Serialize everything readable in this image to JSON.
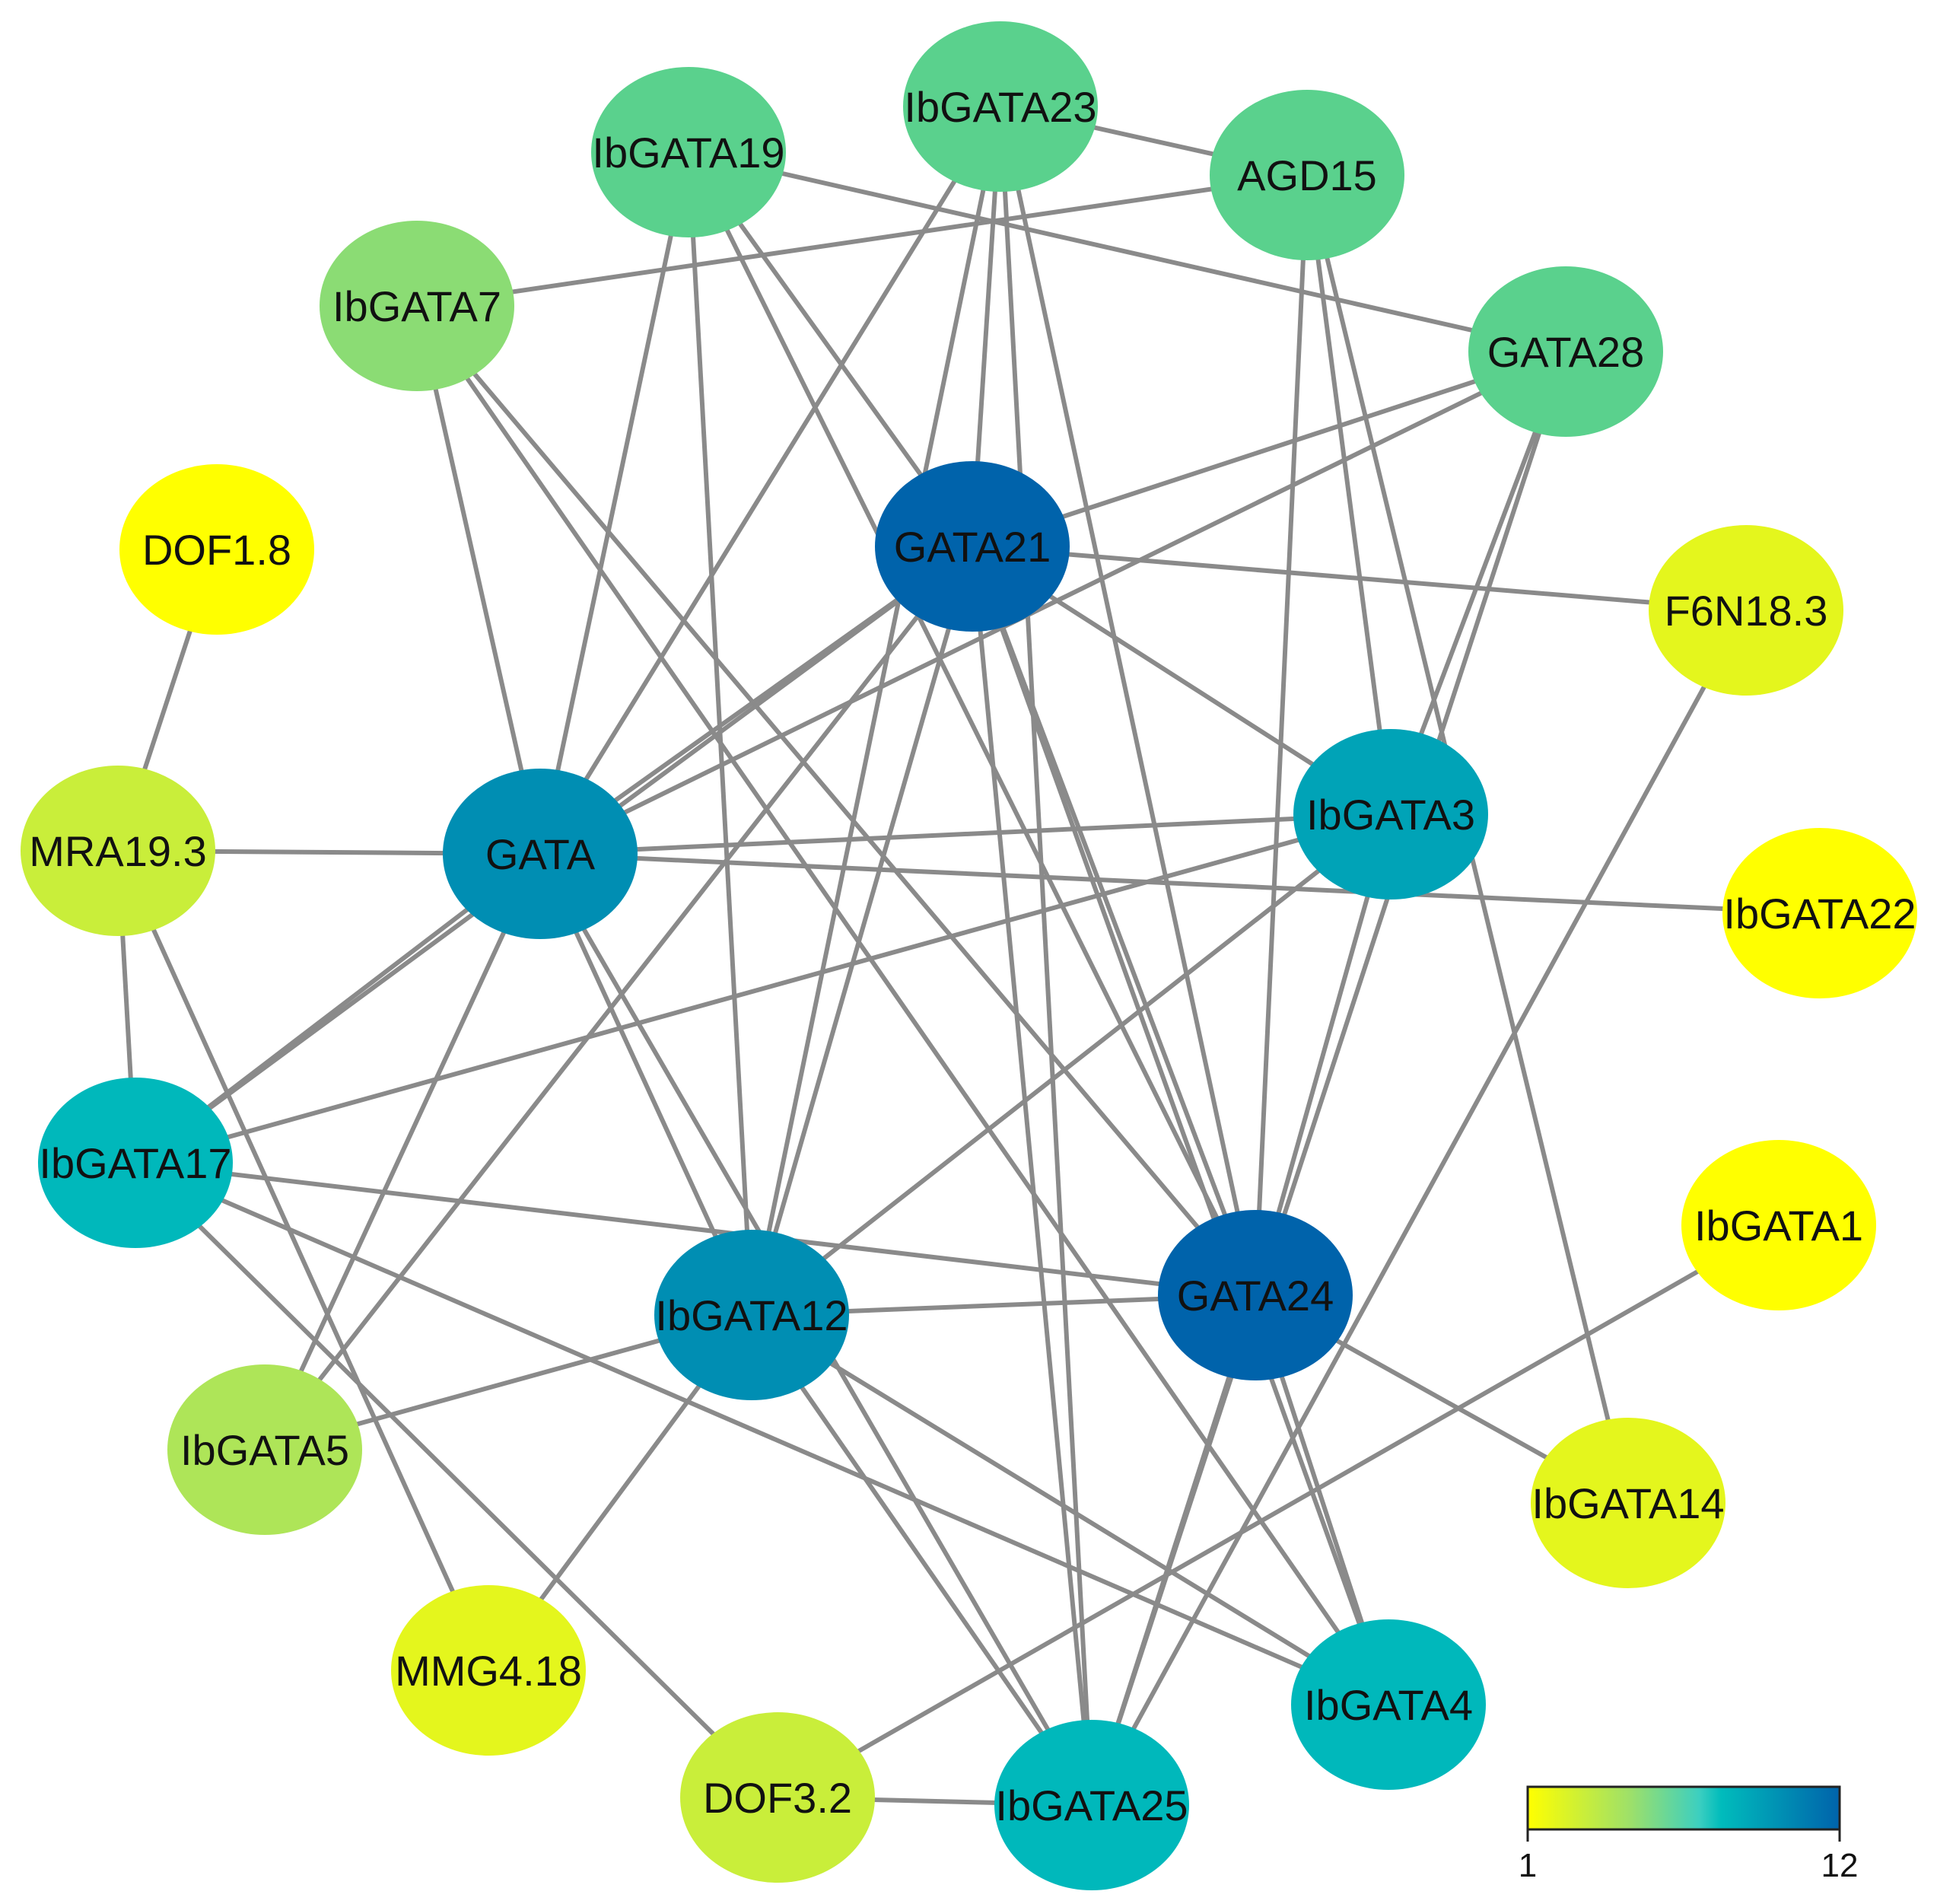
{
  "nodes": [
    {
      "id": "IbGATA23",
      "label": "IbGATA23",
      "degree": 6
    },
    {
      "id": "IbGATA19",
      "label": "IbGATA19",
      "degree": 6
    },
    {
      "id": "AGD15",
      "label": "AGD15",
      "degree": 6
    },
    {
      "id": "IbGATA7",
      "label": "IbGATA7",
      "degree": 5
    },
    {
      "id": "GATA28",
      "label": "GATA28",
      "degree": 6
    },
    {
      "id": "DOF1.8",
      "label": "DOF1.8",
      "degree": 1
    },
    {
      "id": "GATA21",
      "label": "GATA21",
      "degree": 12
    },
    {
      "id": "F6N18.3",
      "label": "F6N18.3",
      "degree": 2
    },
    {
      "id": "IbGATA3",
      "label": "IbGATA3",
      "degree": 9
    },
    {
      "id": "MRA19.3",
      "label": "MRA19.3",
      "degree": 3
    },
    {
      "id": "GATA",
      "label": "GATA",
      "degree": 10
    },
    {
      "id": "IbGATA22",
      "label": "IbGATA22",
      "degree": 1
    },
    {
      "id": "IbGATA17",
      "label": "IbGATA17",
      "degree": 8
    },
    {
      "id": "IbGATA1",
      "label": "IbGATA1",
      "degree": 1
    },
    {
      "id": "GATA24",
      "label": "GATA24",
      "degree": 12
    },
    {
      "id": "IbGATA12",
      "label": "IbGATA12",
      "degree": 10
    },
    {
      "id": "IbGATA5",
      "label": "IbGATA5",
      "degree": 4
    },
    {
      "id": "IbGATA14",
      "label": "IbGATA14",
      "degree": 2
    },
    {
      "id": "MMG4.18",
      "label": "MMG4.18",
      "degree": 2
    },
    {
      "id": "IbGATA4",
      "label": "IbGATA4",
      "degree": 8
    },
    {
      "id": "DOF3.2",
      "label": "DOF3.2",
      "degree": 3
    },
    {
      "id": "IbGATA25",
      "label": "IbGATA25",
      "degree": 8
    }
  ],
  "edges": [
    [
      "IbGATA23",
      "AGD15"
    ],
    [
      "IbGATA23",
      "GATA21"
    ],
    [
      "IbGATA23",
      "GATA"
    ],
    [
      "IbGATA23",
      "IbGATA12"
    ],
    [
      "IbGATA23",
      "GATA24"
    ],
    [
      "IbGATA23",
      "IbGATA25"
    ],
    [
      "IbGATA19",
      "GATA28"
    ],
    [
      "IbGATA19",
      "GATA21"
    ],
    [
      "IbGATA19",
      "GATA"
    ],
    [
      "IbGATA19",
      "IbGATA12"
    ],
    [
      "IbGATA19",
      "GATA24"
    ],
    [
      "AGD15",
      "IbGATA7"
    ],
    [
      "AGD15",
      "IbGATA3"
    ],
    [
      "AGD15",
      "GATA24"
    ],
    [
      "AGD15",
      "IbGATA14"
    ],
    [
      "IbGATA7",
      "GATA"
    ],
    [
      "IbGATA7",
      "GATA24"
    ],
    [
      "IbGATA7",
      "IbGATA4"
    ],
    [
      "GATA28",
      "GATA21"
    ],
    [
      "GATA28",
      "GATA"
    ],
    [
      "GATA28",
      "IbGATA3"
    ],
    [
      "GATA28",
      "IbGATA25"
    ],
    [
      "DOF1.8",
      "MRA19.3"
    ],
    [
      "GATA21",
      "F6N18.3"
    ],
    [
      "GATA21",
      "IbGATA3"
    ],
    [
      "GATA21",
      "GATA"
    ],
    [
      "GATA21",
      "IbGATA17"
    ],
    [
      "GATA21",
      "IbGATA12"
    ],
    [
      "GATA21",
      "GATA24"
    ],
    [
      "GATA21",
      "IbGATA25"
    ],
    [
      "GATA21",
      "IbGATA4"
    ],
    [
      "GATA21",
      "IbGATA5"
    ],
    [
      "F6N18.3",
      "IbGATA25"
    ],
    [
      "IbGATA3",
      "GATA"
    ],
    [
      "IbGATA3",
      "IbGATA12"
    ],
    [
      "IbGATA3",
      "GATA24"
    ],
    [
      "IbGATA3",
      "IbGATA17"
    ],
    [
      "MRA19.3",
      "GATA"
    ],
    [
      "MRA19.3",
      "IbGATA17"
    ],
    [
      "MRA19.3",
      "MMG4.18"
    ],
    [
      "GATA",
      "IbGATA22"
    ],
    [
      "GATA",
      "IbGATA17"
    ],
    [
      "GATA",
      "IbGATA12"
    ],
    [
      "GATA",
      "IbGATA5"
    ],
    [
      "GATA",
      "IbGATA25"
    ],
    [
      "IbGATA17",
      "GATA24"
    ],
    [
      "IbGATA17",
      "IbGATA4"
    ],
    [
      "IbGATA17",
      "DOF3.2"
    ],
    [
      "IbGATA1",
      "DOF3.2"
    ],
    [
      "GATA24",
      "IbGATA12"
    ],
    [
      "GATA24",
      "IbGATA14"
    ],
    [
      "GATA24",
      "IbGATA4"
    ],
    [
      "GATA24",
      "IbGATA25"
    ],
    [
      "IbGATA12",
      "IbGATA5"
    ],
    [
      "IbGATA12",
      "MMG4.18"
    ],
    [
      "IbGATA12",
      "IbGATA25"
    ],
    [
      "IbGATA12",
      "IbGATA4"
    ],
    [
      "DOF3.2",
      "IbGATA25"
    ]
  ],
  "legend": {
    "min_label": "1",
    "max_label": "12",
    "min_value": 1,
    "max_value": 12,
    "gradient_colors": [
      "#ffff00",
      "#9de06a",
      "#00bcbc",
      "#0063ab"
    ]
  }
}
